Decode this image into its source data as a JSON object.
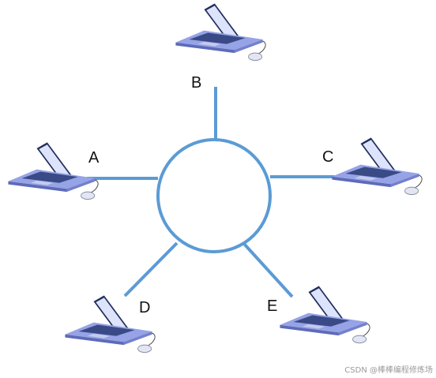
{
  "diagram": {
    "topology": "ring",
    "colors": {
      "link": "#5b9bd5",
      "laptop_body": "#96a3e6",
      "laptop_dark": "#1f2e5c",
      "screen": "#dde3fb",
      "mouse": "#e3e6f2"
    },
    "nodes": [
      {
        "id": "A",
        "label": "A",
        "icon": "laptop-icon"
      },
      {
        "id": "B",
        "label": "B",
        "icon": "laptop-icon"
      },
      {
        "id": "C",
        "label": "C",
        "icon": "laptop-icon"
      },
      {
        "id": "D",
        "label": "D",
        "icon": "laptop-icon"
      },
      {
        "id": "E",
        "label": "E",
        "icon": "laptop-icon"
      }
    ]
  },
  "watermark": "CSDN @棒棒编程修炼场"
}
